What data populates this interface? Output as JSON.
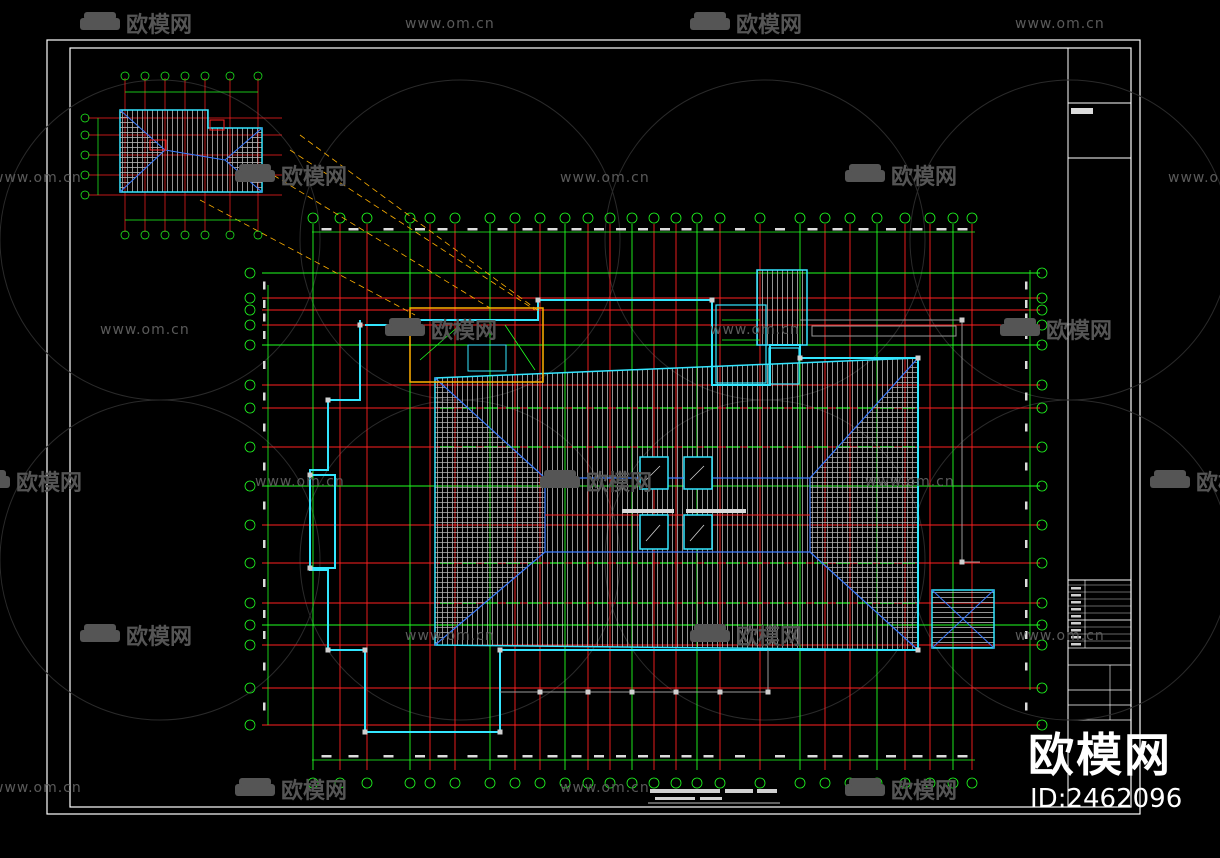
{
  "watermark": {
    "site": "www.om.cn",
    "brand": "欧模网"
  },
  "corner_logo": {
    "brand": "欧模网",
    "id_text": "ID:2462096"
  },
  "colors": {
    "background": "#000000",
    "frame": "#ffffff",
    "grid_red": "#ff2020",
    "grid_green": "#20ff20",
    "wall_cyan": "#33e6ff",
    "hatch": "#bdbdbd",
    "stair_orange": "#ffb000",
    "ridge_blue": "#3a7bff"
  },
  "icons": {
    "watermark_logo": "sofa-icon"
  }
}
